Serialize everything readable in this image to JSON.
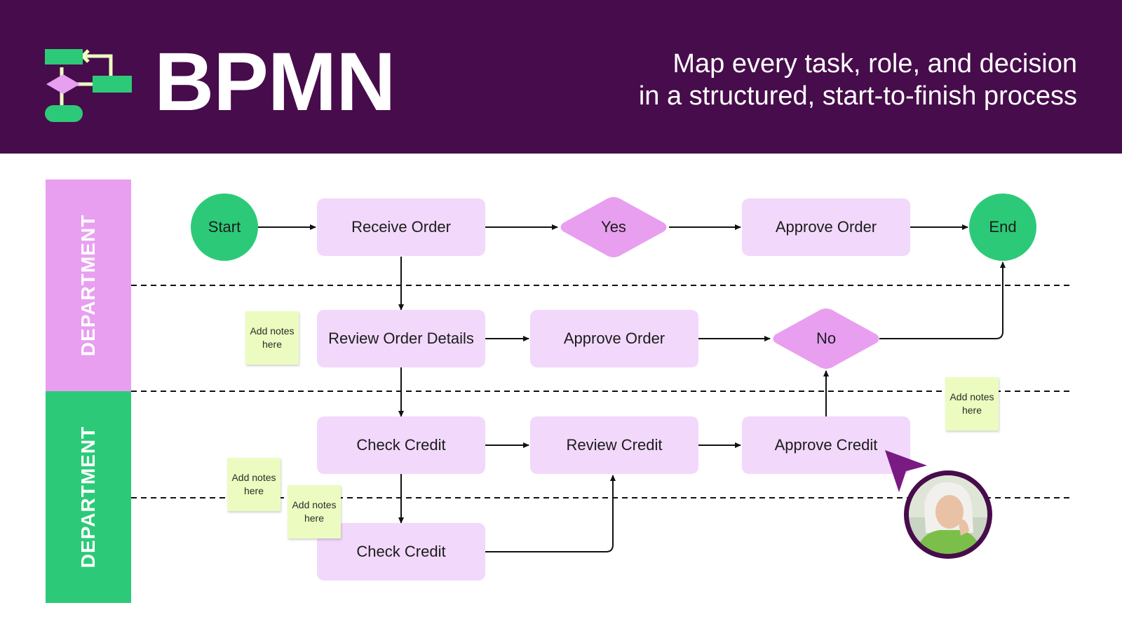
{
  "header": {
    "title": "BPMN",
    "subtitle_line1": "Map every task, role, and decision",
    "subtitle_line2": "in a structured, start-to-finish process"
  },
  "lanes": [
    {
      "label": "DEPARTMENT",
      "color": "#e89ff0"
    },
    {
      "label": "DEPARTMENT",
      "color": "#2cca78"
    }
  ],
  "events": {
    "start": "Start",
    "end": "End"
  },
  "tasks": {
    "receive_order": "Receive Order",
    "approve_order_top": "Approve Order",
    "review_order_details": "Review Order Details",
    "approve_order_mid": "Approve Order",
    "check_credit_1": "Check Credit",
    "review_credit": "Review Credit",
    "approve_credit": "Approve Credit",
    "check_credit_2": "Check Credit"
  },
  "gateways": {
    "yes": "Yes",
    "no": "No"
  },
  "notes": [
    {
      "line1": "Add notes",
      "line2": "here"
    },
    {
      "line1": "Add notes",
      "line2": "here"
    },
    {
      "line1": "Add notes",
      "line2": "here"
    },
    {
      "line1": "Add notes",
      "line2": "here"
    }
  ],
  "colors": {
    "header_bg": "#470c4b",
    "lane_pink": "#e89ff0",
    "lane_green": "#2cca78",
    "task_fill": "#f2d8fb",
    "gateway_fill": "#e89ff0",
    "event_fill": "#2cca78",
    "note_fill": "#ecfcc0",
    "cursor": "#7a1a83"
  },
  "icons": {
    "logo": "flowchart-logo-icon",
    "cursor": "cursor-pointer-icon",
    "avatar": "user-avatar"
  }
}
